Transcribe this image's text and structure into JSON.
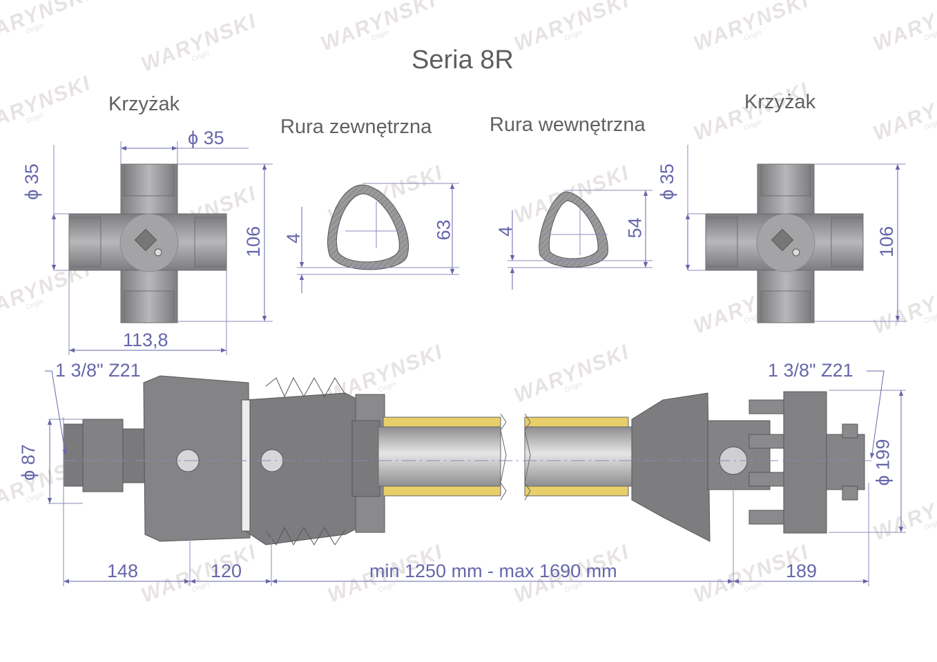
{
  "title": "Seria 8R",
  "watermark": {
    "brand": "WARYNSKI",
    "sub": "Origin"
  },
  "cross_left": {
    "label": "Krzyżak",
    "dim_top": "ϕ 35",
    "dim_left": "ϕ 35",
    "dim_right": "106",
    "dim_bottom": "113,8"
  },
  "tube_outer": {
    "label": "Rura zewnętrzna",
    "wall": "4",
    "height": "63"
  },
  "tube_inner": {
    "label": "Rura wewnętrzna",
    "wall": "4",
    "height": "54"
  },
  "cross_right": {
    "label": "Krzyżak",
    "dim_left": "ϕ 35",
    "dim_right": "106"
  },
  "shaft": {
    "left_spline": "1 3/8\" Z21",
    "right_spline": "1 3/8\" Z21",
    "left_diameter": "ϕ 87",
    "right_diameter": "ϕ 199",
    "len_left_1": "148",
    "len_left_2": "120",
    "len_middle": "min 1250 mm - max 1690 mm",
    "len_right": "189"
  },
  "colors": {
    "dimension": "#6666aa",
    "part_gray": "#8a8a8c",
    "part_dark": "#6d6d70",
    "tube_yellow": "#e8cf6a",
    "watermark": "#e7e3e2"
  }
}
